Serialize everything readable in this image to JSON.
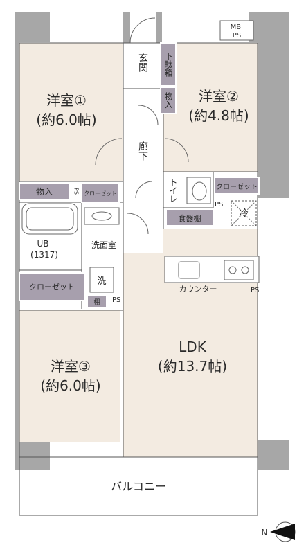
{
  "rooms": {
    "western1": {
      "name": "洋室①",
      "size": "(約6.0帖)"
    },
    "western2": {
      "name": "洋室②",
      "size": "(約4.8帖)"
    },
    "western3": {
      "name": "洋室③",
      "size": "(約6.0帖)"
    },
    "ldk": {
      "name": "LDK",
      "size": "(約13.7帖)"
    },
    "entrance": "玄関",
    "corridor": "廊下",
    "washroom": "洗面室",
    "bath": {
      "name": "UB",
      "size": "(1317)"
    },
    "toilet": "トイレ",
    "balcony": "バルコニー"
  },
  "storage": {
    "shoe_box": "下駄箱",
    "storage_entry_right": "物入",
    "storage_left": "物入",
    "closet_small": "クローゼット",
    "closet_west2": "クローゼット",
    "closet_west3": "クローゼット",
    "dish_shelf": "食器棚",
    "shelf": "棚"
  },
  "fixtures": {
    "meter_box": "MB\nPS",
    "ps": "PS",
    "fridge": "冷",
    "washer": "洗",
    "counter": "カウンター"
  },
  "compass": {
    "label": "N"
  }
}
